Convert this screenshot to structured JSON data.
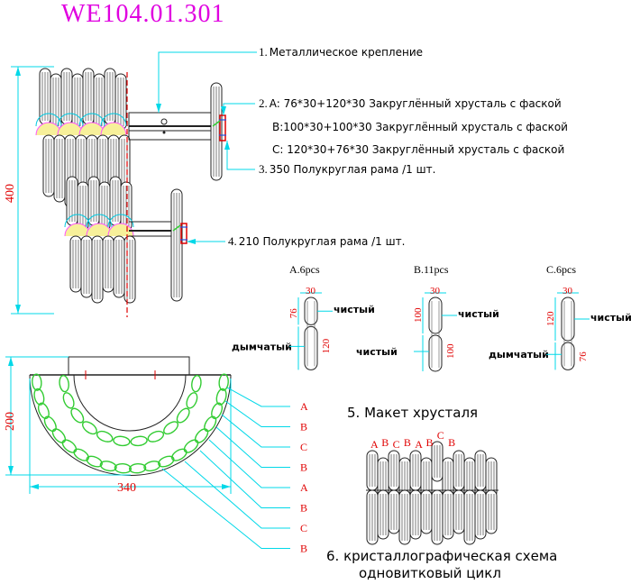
{
  "title": "WE104.01.301",
  "dimensions": {
    "height": "400",
    "depth": "200",
    "width": "340"
  },
  "notes": [
    {
      "num": "1.",
      "text": "Металлическое крепление"
    },
    {
      "num": "2.",
      "text": "A: 76*30+120*30 Закруглённый хрусталь с фаской"
    },
    {
      "num": "",
      "text": "B:100*30+100*30 Закруглённый хрусталь с фаской"
    },
    {
      "num": "",
      "text": "C: 120*30+76*30 Закруглённый хрусталь с фаской"
    },
    {
      "num": "3.",
      "text": "350 Полукруглая рама /1 шт."
    },
    {
      "num": "4.",
      "text": "210 Полукруглая рама /1 шт."
    }
  ],
  "crystals": [
    {
      "label": "A.6pcs",
      "width": "30",
      "top": "76",
      "bottom": "120",
      "top_finish": "чистый",
      "bottom_finish": "дымчатый"
    },
    {
      "label": "B.11pcs",
      "width": "30",
      "top": "100",
      "bottom": "100",
      "top_finish": "чистый",
      "bottom_finish": "чистый"
    },
    {
      "label": "C.6pcs",
      "width": "30",
      "top": "120",
      "bottom": "76",
      "top_finish": "чистый",
      "bottom_finish": "дымчатый"
    }
  ],
  "section5": "5. Макет хрусталя",
  "section6": {
    "line1": "6. кристаллографическая схема",
    "line2": "одновитковый цикл"
  },
  "ring_labels": [
    "A",
    "B",
    "C",
    "B",
    "A",
    "B",
    "C",
    "B"
  ],
  "layout_labels": [
    "A",
    "B",
    "C",
    "B",
    "A",
    "B",
    "C",
    "B"
  ],
  "colors": {
    "title": "#e000e0",
    "dimension": "#e00000",
    "leader": "#00d8e8",
    "ring": "#33cc33",
    "crystal": "#222222"
  }
}
